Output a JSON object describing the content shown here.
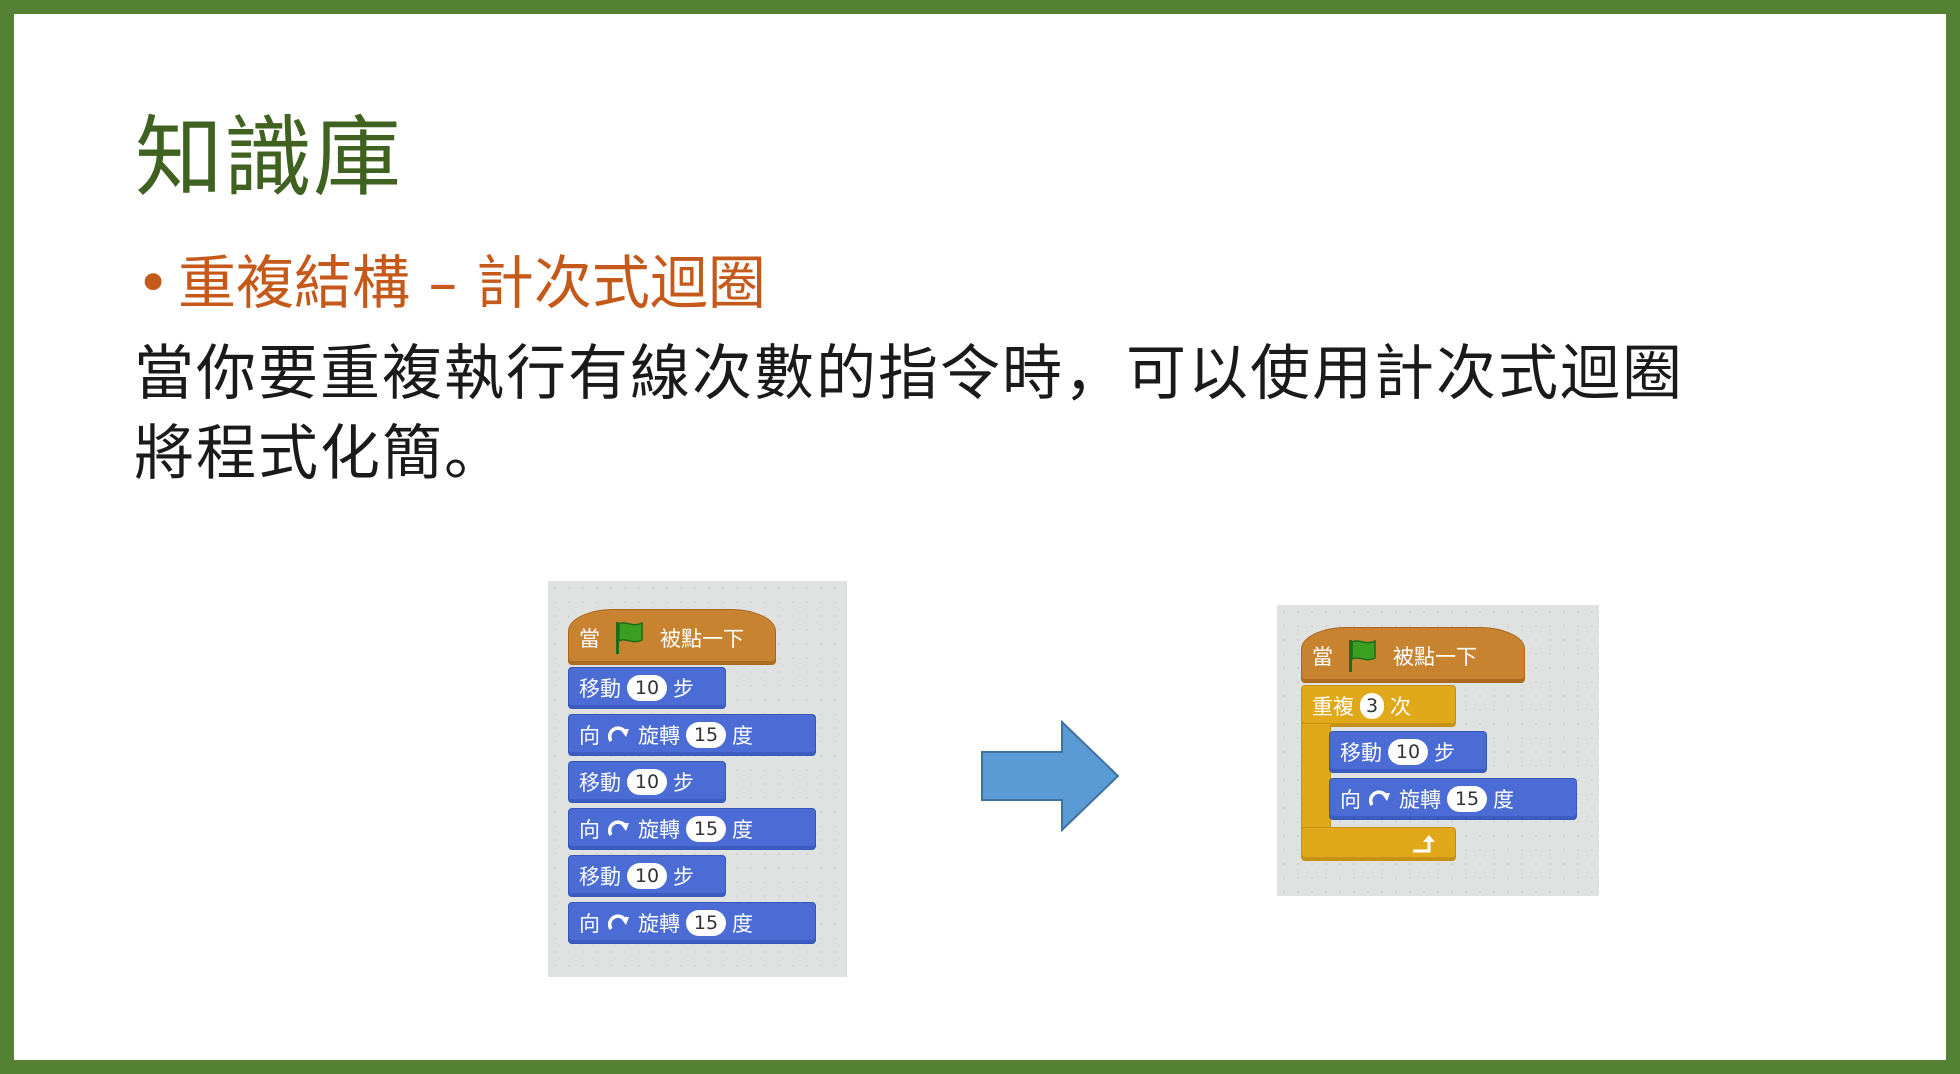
{
  "slide": {
    "title": "知識庫",
    "bullet": "重複結構 – 計次式迴圈",
    "body_line1": "當你要重複執行有線次數的指令時，可以使用計次式迴圈",
    "body_line2": "將程式化簡。"
  },
  "left_script": {
    "hat": {
      "when": "當",
      "clicked": "被點一下"
    },
    "blocks": [
      {
        "a": "移動",
        "n": "10",
        "b": "步"
      },
      {
        "a": "向",
        "c": "旋轉",
        "n": "15",
        "b": "度"
      },
      {
        "a": "移動",
        "n": "10",
        "b": "步"
      },
      {
        "a": "向",
        "c": "旋轉",
        "n": "15",
        "b": "度"
      },
      {
        "a": "移動",
        "n": "10",
        "b": "步"
      },
      {
        "a": "向",
        "c": "旋轉",
        "n": "15",
        "b": "度"
      }
    ]
  },
  "right_script": {
    "hat": {
      "when": "當",
      "clicked": "被點一下"
    },
    "repeat": {
      "label": "重複",
      "n": "3",
      "suffix": "次"
    },
    "blocks": [
      {
        "a": "移動",
        "n": "10",
        "b": "步"
      },
      {
        "a": "向",
        "c": "旋轉",
        "n": "15",
        "b": "度"
      }
    ]
  },
  "colors": {
    "frame": "#558135",
    "title": "#406221",
    "bullet": "#c5591a",
    "motion_block": "#4a6cd4",
    "event_block": "#c88330",
    "control_block": "#e1a91a",
    "arrow": "#5b9bd5"
  },
  "icons": {
    "flag": "green-flag-icon",
    "rotate": "rotate-clockwise-icon",
    "arrow": "right-arrow-icon",
    "loop": "loop-arrow-icon"
  }
}
